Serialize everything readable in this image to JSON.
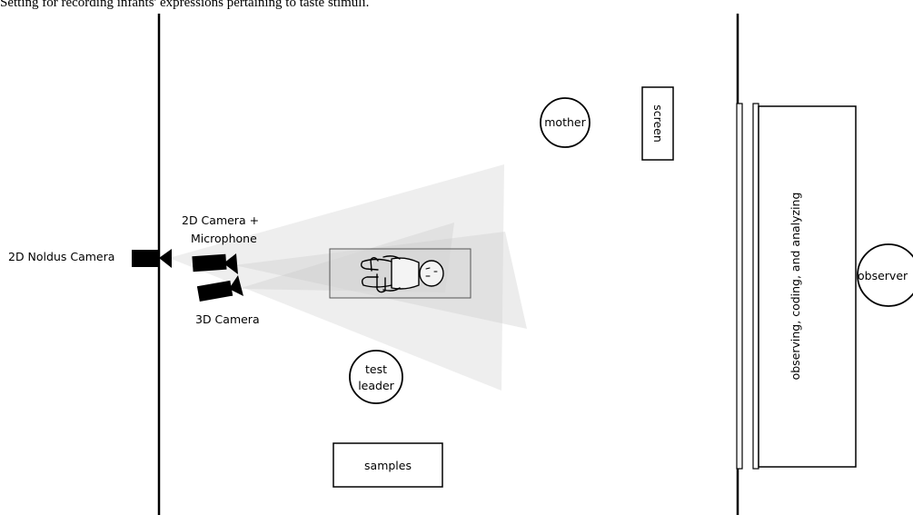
{
  "caption": "Setting for recording infants' expressions pertaining to taste stimuli.",
  "labels": {
    "noldus_camera": "2D Noldus Camera",
    "camera_2d_line1": "2D Camera +",
    "camera_2d_line2": "Microphone",
    "camera_3d": "3D Camera",
    "mother": "mother",
    "screen": "screen",
    "test_leader_line1": "test",
    "test_leader_line2": "leader",
    "samples": "samples",
    "observing_panel": "observing, coding, and analyzing",
    "observer": "observer"
  },
  "colors": {
    "line": "#000000",
    "cone_fill": "#c8c8c8",
    "infant_area": "#d9d9d9"
  }
}
